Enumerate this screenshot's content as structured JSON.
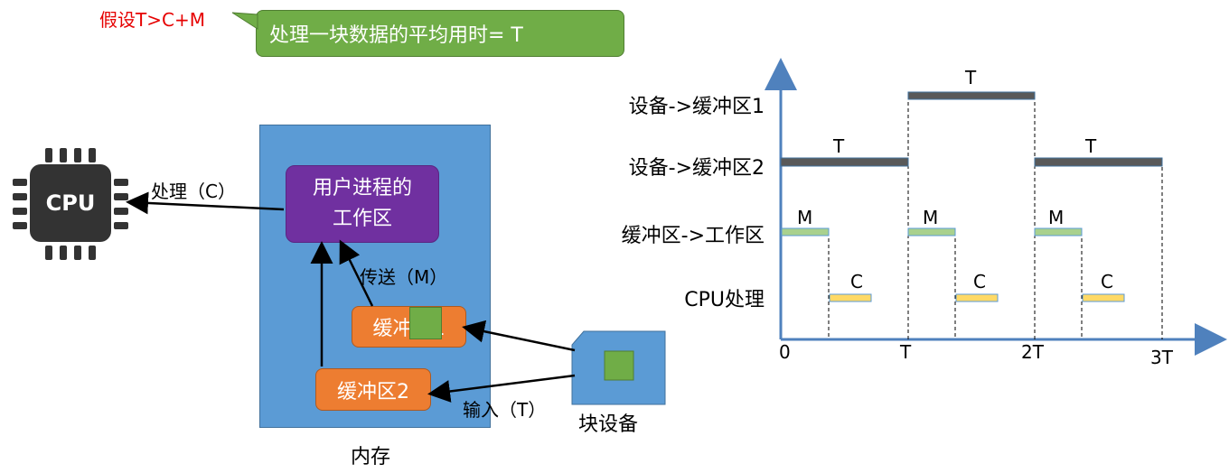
{
  "assumption": "假设T>C+M",
  "callout": "处理一块数据的平均用时= T",
  "memory_label": "内存",
  "work_area": "用户进程的工作区",
  "buffer1": "缓冲区1",
  "buffer2": "缓冲区2",
  "device_label": "块设备",
  "cpu_label": "CPU",
  "edge_process": "处理（C）",
  "edge_transfer": "传送（M）",
  "edge_input": "输入（T）",
  "timeline": {
    "rows": [
      "设备->缓冲区1",
      "设备->缓冲区2",
      "缓冲区->工作区",
      "CPU处理"
    ],
    "x_ticks": [
      "0",
      "T",
      "2T",
      "3T"
    ],
    "bar_labels": {
      "T": "T",
      "M": "M",
      "C": "C"
    }
  },
  "colors": {
    "T_bar": "#595959",
    "M_bar": "#a9d18e",
    "C_bar": "#ffd966",
    "axis": "#4f81bd"
  }
}
